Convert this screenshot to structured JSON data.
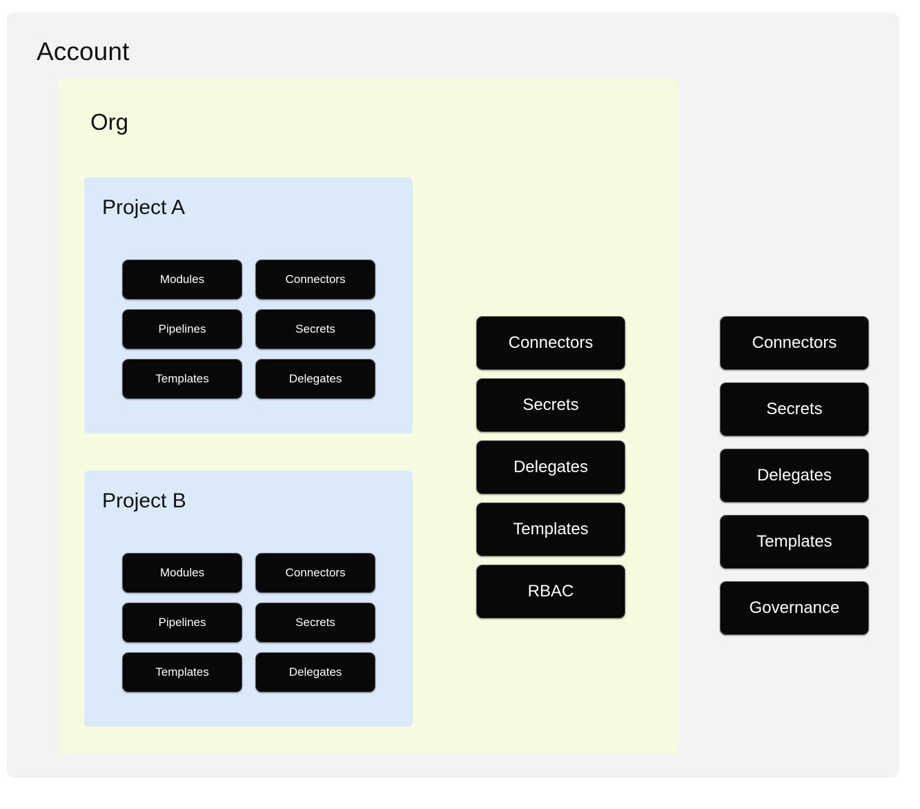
{
  "diagram": {
    "title": "Account",
    "background_color": "#ffffff",
    "account": {
      "label": "Account",
      "color": "#f3f3f3",
      "resources": [
        {
          "label": "Connectors"
        },
        {
          "label": "Secrets"
        },
        {
          "label": "Delegates"
        },
        {
          "label": "Templates"
        },
        {
          "label": "Governance"
        }
      ]
    },
    "org": {
      "label": "Org",
      "color": "#f6fade",
      "resources": [
        {
          "label": "Connectors"
        },
        {
          "label": "Secrets"
        },
        {
          "label": "Delegates"
        },
        {
          "label": "Templates"
        },
        {
          "label": "RBAC"
        }
      ]
    },
    "projects": [
      {
        "label": "Project A",
        "color": "#dbeafb",
        "resources": [
          {
            "label": "Modules"
          },
          {
            "label": "Connectors"
          },
          {
            "label": "Pipelines"
          },
          {
            "label": "Secrets"
          },
          {
            "label": "Templates"
          },
          {
            "label": "Delegates"
          }
        ]
      },
      {
        "label": "Project B",
        "color": "#dbeafb",
        "resources": [
          {
            "label": "Modules"
          },
          {
            "label": "Connectors"
          },
          {
            "label": "Pipelines"
          },
          {
            "label": "Secrets"
          },
          {
            "label": "Templates"
          },
          {
            "label": "Delegates"
          }
        ]
      }
    ],
    "chip_style": {
      "fill": "#080808",
      "text_color": "#ffffff",
      "border_color": "#585858"
    }
  }
}
